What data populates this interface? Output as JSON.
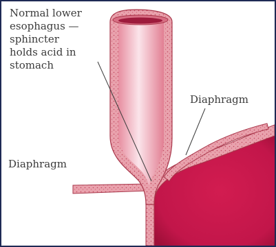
{
  "labels": {
    "esophagus_note": "Normal lower\nesophagus —\nsphincter\nholds acid in\nstomach",
    "diaphragm_right": "Diaphragm",
    "diaphragm_left": "Diaphragm"
  },
  "colors": {
    "frame": "#1e2a55",
    "stomach": "#c8184a",
    "stomach_shade": "#9e0f38",
    "wall": "#e6a3ac",
    "wall_outline": "#a8364a",
    "lumen": "#f4c7d0",
    "diaphragm": "#ee9aa5",
    "text": "#3b3b3b",
    "pointer": "#3b3b3b"
  }
}
